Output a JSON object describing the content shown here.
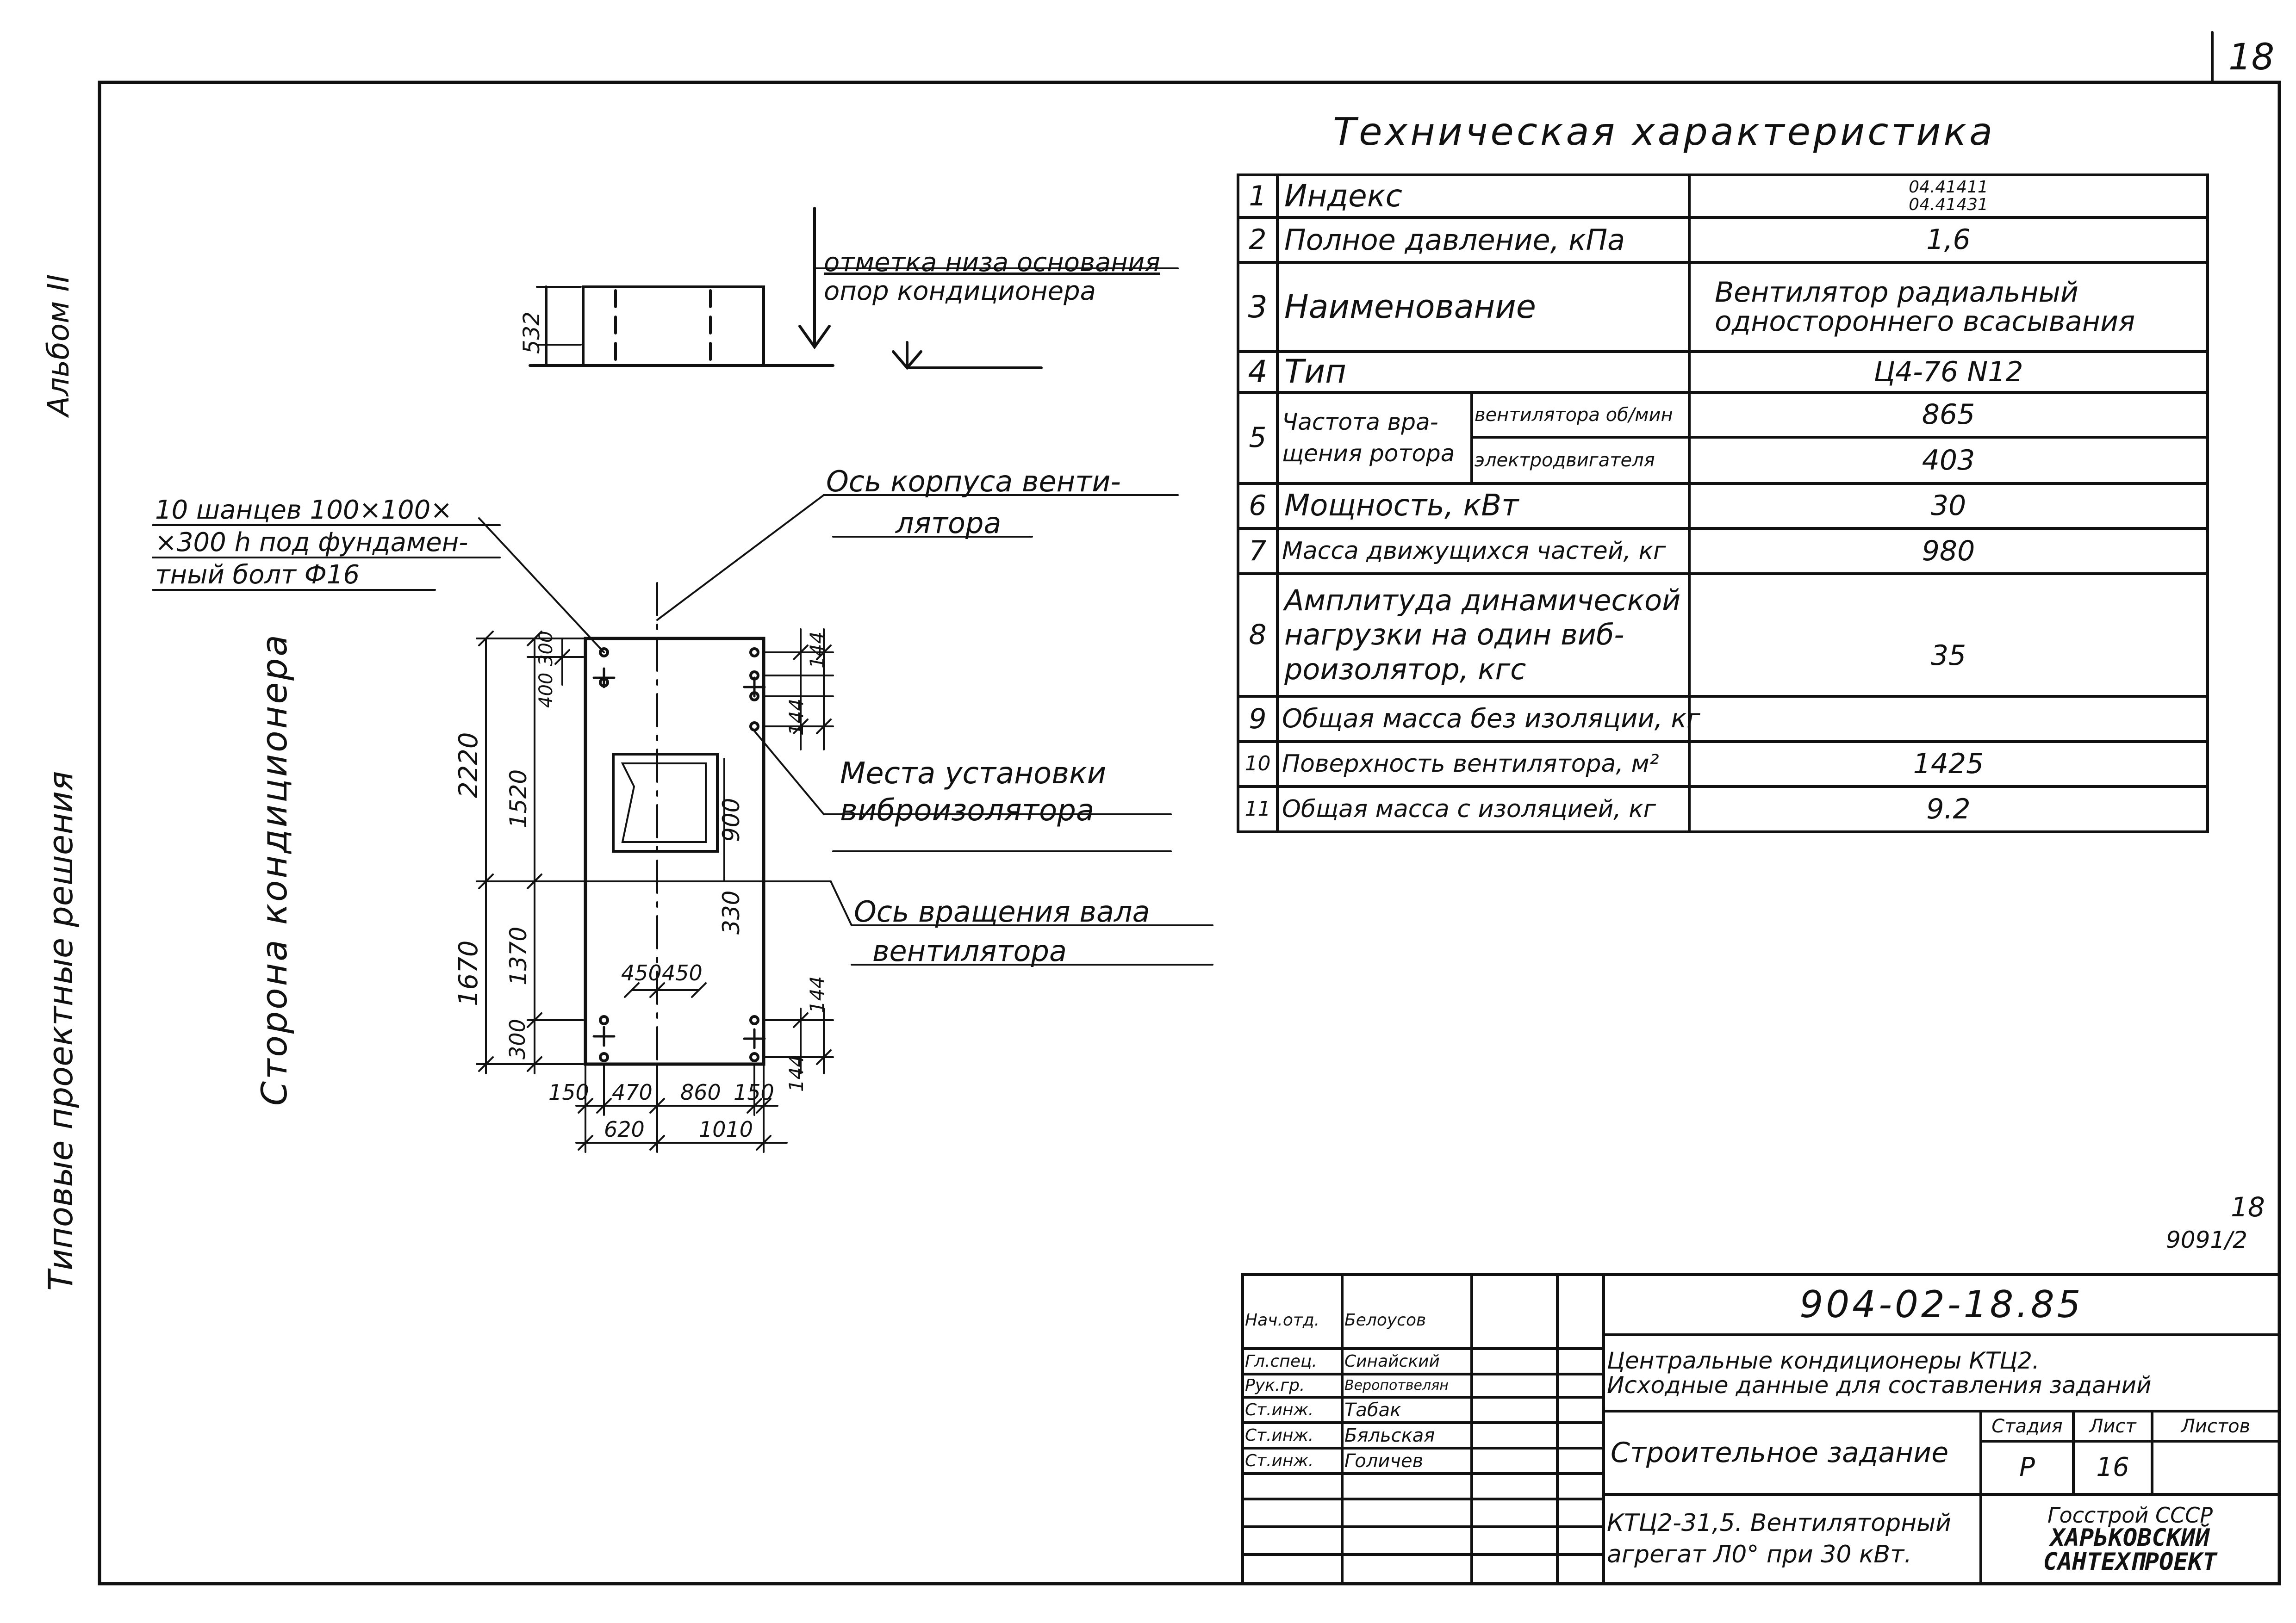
{
  "sheet": {
    "page_number": "18",
    "footnote_top": "18",
    "footnote_bottom": "9091/2"
  },
  "margin": {
    "album": "Альбом II",
    "series": "Типовые проектные решения"
  },
  "tech": {
    "title": "Техническая характеристика",
    "rows": [
      {
        "num": "1",
        "label": "Индекс",
        "value_lines": [
          "04.41411",
          "04.41431"
        ]
      },
      {
        "num": "2",
        "label": "Полное давление, кПа",
        "value": "1,6"
      },
      {
        "num": "3",
        "label": "Наименование",
        "value_lines": [
          "Вентилятор радиальный",
          "одностороннего всасывания"
        ]
      },
      {
        "num": "4",
        "label": "Тип",
        "value": "Ц4-76 N12"
      },
      {
        "num": "5",
        "label_lines": [
          "Частота вра-",
          "щения ротора"
        ],
        "sub": [
          {
            "label": "вентилятора об/мин",
            "value": "865"
          },
          {
            "label": "электродвигателя",
            "value": "403"
          }
        ]
      },
      {
        "num": "6",
        "label": "Мощность, кВт",
        "value": "30"
      },
      {
        "num": "7",
        "label": "Масса движущихся частей, кг",
        "value": "980"
      },
      {
        "num": "8",
        "label_lines": [
          "Амплитуда динамической",
          "нагрузки на один виб-",
          "роизолятор, кгс"
        ],
        "value": "35"
      },
      {
        "num": "9",
        "label": "Общая масса без изоляции, кг",
        "value": ""
      },
      {
        "num": "10",
        "label": "Поверхность вентилятора, м²",
        "value": "1425"
      },
      {
        "num": "11",
        "label": "Общая масса с изоляцией, кг",
        "value": "9.2"
      }
    ]
  },
  "drawing": {
    "note_base": [
      "отметка низа основания",
      "опор кондиционера"
    ],
    "note_anchors": [
      "10 шанцев 100×100×",
      "×300 h под фундамен-",
      "тный болт Ф16"
    ],
    "note_axis_body": [
      "Ось корпуса венти-",
      "лятора"
    ],
    "note_vibro": [
      "Места установки",
      "виброизолятора"
    ],
    "note_shaft": [
      "Ось вращения вала",
      "вентилятора"
    ],
    "side_label": "Сторона кондиционера",
    "dims": {
      "d532": "532",
      "d2220": "2220",
      "d1670": "1670",
      "d1520": "1520",
      "d1370": "1370",
      "d400": "400",
      "d300t": "300",
      "d300b": "300",
      "d900": "900",
      "d330": "330",
      "d144a": "144",
      "d144b": "144",
      "d144c": "144",
      "d144d": "144",
      "d450a": "450",
      "d450b": "450",
      "d150a": "150",
      "d470": "470",
      "d860": "860",
      "d150b": "150",
      "d620": "620",
      "d1010": "1010"
    }
  },
  "stamp": {
    "code": "904-02-18.85",
    "roles": [
      {
        "role": "Нач.отд.",
        "name": "Белоусов"
      },
      {
        "role": "Гл.спец.",
        "name": "Синайский"
      },
      {
        "role": "Рук.гр.",
        "name": "Веропотвелян"
      },
      {
        "role": "Ст.инж.",
        "name": "Табак"
      },
      {
        "role": "Ст.инж.",
        "name": "Бяльская"
      },
      {
        "role": "Ст.инж.",
        "name": "Голичев"
      }
    ],
    "title_lines": [
      "Центральные кондиционеры КТЦ2.",
      "Исходные данные для составления заданий"
    ],
    "doc_title": "Строительное задание",
    "stage_h": "Стадия",
    "sheet_h": "Лист",
    "sheets_h": "Листов",
    "stage_v": "Р",
    "sheet_v": "16",
    "sheets_v": "",
    "subtitle_lines": [
      "КТЦ2-31,5. Вентиляторный",
      "агрегат Л0° при 30 кВт."
    ],
    "org_lines": [
      "Госстрой СССР",
      "ХАРЬКОВСКИЙ",
      "САНТЕХПРОЕКТ"
    ]
  }
}
